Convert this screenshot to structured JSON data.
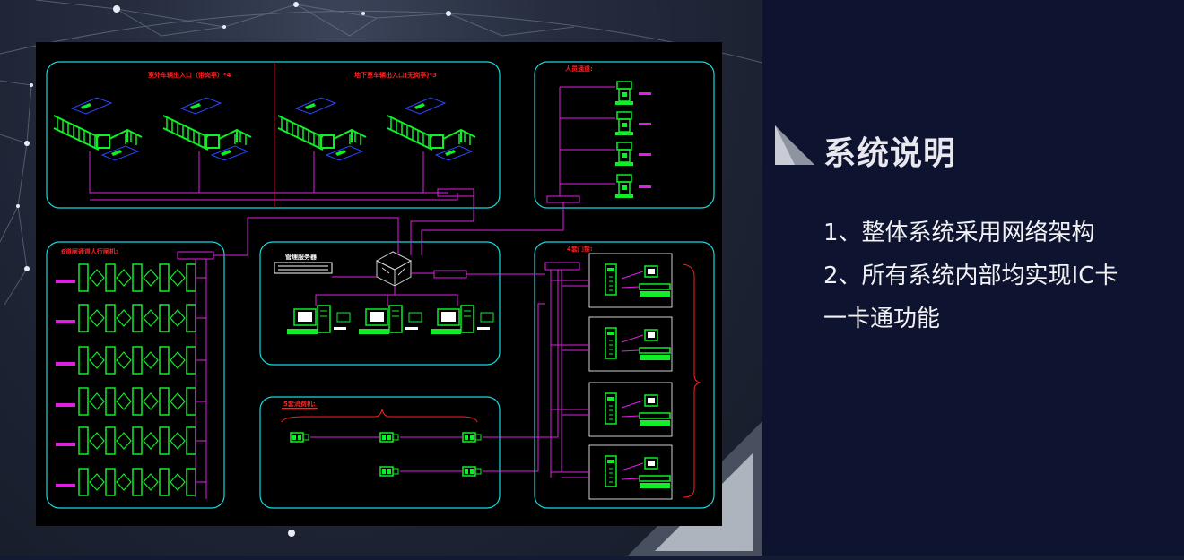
{
  "slide": {
    "section_title": "系统说明",
    "points": [
      "1、整体系统采用网络架构",
      "2、所有系统内部均实现IC卡",
      "一卡通功能"
    ]
  },
  "diagram": {
    "parking_outdoor_label": "室外车辆出入口（带岗亭）*4",
    "parking_underground_label": "地下室车辆出入口(无岗亭)*3",
    "pedestrian_label": "人员通道:",
    "gate_channel_label": "6道闸通道人行闸机:",
    "server_label": "管理服务器",
    "consumer_label": "5套消费机:",
    "door_label": "4套门禁:"
  },
  "colors": {
    "cyan_frame": "#18d8e0",
    "magenta_line": "#e020e0",
    "green_device": "#10ee28",
    "red_label": "#ff2020",
    "panel_bg": "#000000",
    "slide_bg": "#0e1430"
  }
}
